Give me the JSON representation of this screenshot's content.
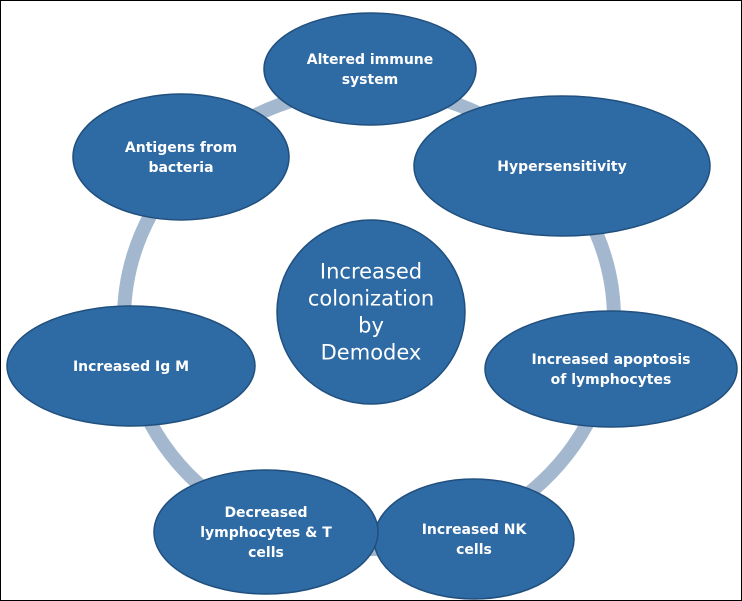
{
  "colors": {
    "node_fill": "#2e6aa4",
    "node_stroke": "#21507e",
    "ring": "#a3b8cf",
    "text": "#ffffff"
  },
  "center": {
    "lines": [
      "Increased",
      "colonization",
      "by",
      "Demodex"
    ]
  },
  "nodes": [
    {
      "id": "altered-immune-system",
      "lines": [
        "Altered immune",
        "system"
      ]
    },
    {
      "id": "hypersensitivity",
      "lines": [
        "Hypersensitivity"
      ]
    },
    {
      "id": "increased-apoptosis",
      "lines": [
        "Increased apoptosis",
        "of lymphocytes"
      ]
    },
    {
      "id": "increased-nk-cells",
      "lines": [
        "Increased NK",
        "cells"
      ]
    },
    {
      "id": "decreased-lymphocytes",
      "lines": [
        "Decreased",
        "lymphocytes & T",
        "cells"
      ]
    },
    {
      "id": "increased-igm",
      "lines": [
        "Increased Ig M"
      ]
    },
    {
      "id": "antigens-from-bacteria",
      "lines": [
        "Antigens from",
        "bacteria"
      ]
    }
  ]
}
